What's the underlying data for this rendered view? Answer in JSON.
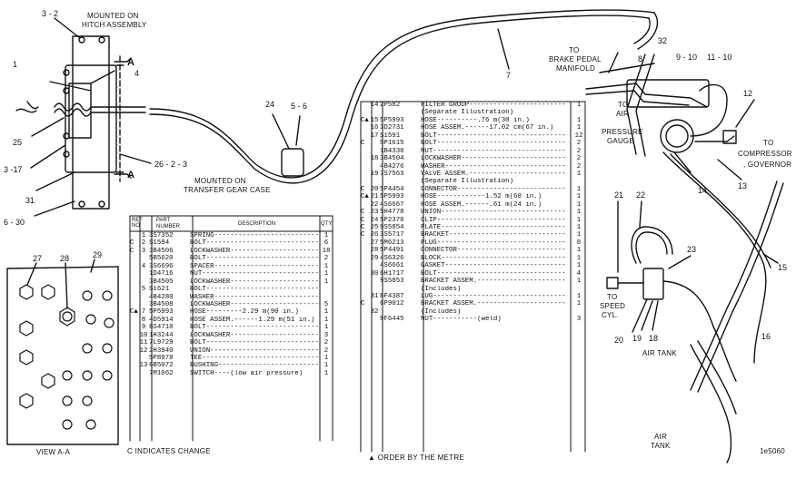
{
  "callouts": {
    "c3_2": "3 - 2",
    "c1": "1",
    "c4": "4",
    "c25": "25",
    "c3_17": "3 -17",
    "c31": "31",
    "c6_30": "6 - 30",
    "c26_2_3": "26 - 2 - 3",
    "c24": "24",
    "c5_6": "5 - 6",
    "c7": "7",
    "c32": "32",
    "c8": "8",
    "c9_10": "9 - 10",
    "c11_10": "11 - 10",
    "c12": "12",
    "c13": "13",
    "c14": "14",
    "c15": "15",
    "c16": "16",
    "c21": "21",
    "c22": "22",
    "c23": "23",
    "c20": "20",
    "c19": "19",
    "c18": "18",
    "c27": "27",
    "c28": "28",
    "c29": "29",
    "sectionA1": "A",
    "sectionA2": "A"
  },
  "captions": {
    "mounted_hitch_1": "MOUNTED ON",
    "mounted_hitch_2": "HITCH ASSEMBLY",
    "mounted_transfer_1": "MOUNTED ON",
    "mounted_transfer_2": "TRANSFER GEAR CASE",
    "brake_1": "TO",
    "brake_2": "BRAKE PEDAL",
    "brake_3": "MANIFOLD",
    "gauge_1": "TO",
    "gauge_2": "AIR",
    "gauge_3": "PRESSURE",
    "gauge_4": "GAUGE",
    "comp_1": "TO",
    "comp_2": "COMPRESSOR",
    "comp_3": ", GOVERNOR",
    "speed_1": "TO",
    "speed_2": "SPEED",
    "speed_3": "CYL.",
    "air_tank": "AIR TANK",
    "air_tank2_1": "AIR",
    "air_tank2_2": "TANK",
    "view_aa": "VIEW A-A",
    "fig_no": "1e5060"
  },
  "table_headers": {
    "ref": "REF NO",
    "part": "PART NUMBER",
    "desc": "DESCRIPTION",
    "qty": "QTY"
  },
  "table_left": [
    {
      "c": "",
      "ref": "1",
      "part": "3S7352",
      "desc": "SPRING---------------------------",
      "qty": "1"
    },
    {
      "c": "C",
      "ref": "2",
      "part": "S1594",
      "desc": "BOLT-----------------------------",
      "qty": "6"
    },
    {
      "c": "C",
      "ref": "3",
      "part": "3B4506",
      "desc": "LOCKWASHER-----------------------",
      "qty": "18"
    },
    {
      "c": "",
      "ref": "",
      "part": "5B5620",
      "desc": "BOLT-----------------------------",
      "qty": "2"
    },
    {
      "c": "",
      "ref": "4",
      "part": "3S6696",
      "desc": "SPACER---------------------------",
      "qty": "1"
    },
    {
      "c": "",
      "ref": "",
      "part": "1D4716",
      "desc": "NUT------------------------------",
      "qty": "1"
    },
    {
      "c": "",
      "ref": "",
      "part": "3B4505",
      "desc": "LOCKWASHER-----------------------",
      "qty": "1"
    },
    {
      "c": "",
      "ref": "5",
      "part": "S1621",
      "desc": "BOLT-----------------------------",
      "qty": ""
    },
    {
      "c": "",
      "ref": "",
      "part": "4B4280",
      "desc": "WASHER---------------------------",
      "qty": ""
    },
    {
      "c": "",
      "ref": "",
      "part": "3B4508",
      "desc": "LOCKWASHER-----------------------",
      "qty": "5"
    },
    {
      "c": "C▲",
      "ref": "7",
      "part": "5P5993",
      "desc": "HOSE---------2.29 m(90 in.)",
      "qty": "1"
    },
    {
      "c": "",
      "ref": "8",
      "part": "4D5914",
      "desc": "HOSE ASSEM.------1.29 m(51 in.)",
      "qty": "1"
    },
    {
      "c": "",
      "ref": "9",
      "part": "8S4710",
      "desc": "BOLT-----------------------------",
      "qty": "1"
    },
    {
      "c": "",
      "ref": "10",
      "part": "1H3244",
      "desc": "LOCKWASHER-----------------------",
      "qty": "3"
    },
    {
      "c": "",
      "ref": "11",
      "part": "7L9729",
      "desc": "BOLT-----------------------------",
      "qty": "2"
    },
    {
      "c": "",
      "ref": "12",
      "part": "2H3940",
      "desc": "UNION----------------------------",
      "qty": "2"
    },
    {
      "c": "",
      "ref": "",
      "part": "5P8978",
      "desc": "TEE------------------------------",
      "qty": "1"
    },
    {
      "c": "",
      "ref": "13",
      "part": "6B5072",
      "desc": "BUSHING--------------------------",
      "qty": "1"
    },
    {
      "c": "",
      "ref": "",
      "part": "7M1062",
      "desc": "SWITCH----(low air pressure)",
      "qty": "1"
    }
  ],
  "table_right": [
    {
      "c": "",
      "ref": "14",
      "part": "2P582",
      "desc": "FILTER GROUP------------------------",
      "qty": "1"
    },
    {
      "c": "",
      "ref": "",
      "part": "",
      "desc": "(Separate Illustration)",
      "qty": ""
    },
    {
      "c": "C▲",
      "ref": "15",
      "part": "5P5993",
      "desc": "HOSE----------.76 m(30 in.)",
      "qty": "1"
    },
    {
      "c": "",
      "ref": "16",
      "part": "3D2731",
      "desc": "HOSE ASSEM.------17.02 cm(67 in.)",
      "qty": "1"
    },
    {
      "c": "",
      "ref": "17",
      "part": "S1591",
      "desc": "BOLT--------------------------------",
      "qty": "12"
    },
    {
      "c": "C",
      "ref": "",
      "part": "5P1615",
      "desc": "BOLT--------------------------------",
      "qty": "2"
    },
    {
      "c": "",
      "ref": "",
      "part": "1B4330",
      "desc": "NUT---------------------------------",
      "qty": "2"
    },
    {
      "c": "",
      "ref": "18",
      "part": "3B4504",
      "desc": "LOCKWASHER--------------------------",
      "qty": "2"
    },
    {
      "c": "",
      "ref": "",
      "part": "4B4276",
      "desc": "WASHER------------------------------",
      "qty": "2"
    },
    {
      "c": "",
      "ref": "19",
      "part": "7S7563",
      "desc": "VALVE ASSEM.------------------------",
      "qty": "1"
    },
    {
      "c": "",
      "ref": "",
      "part": "",
      "desc": "(Separate Illustration)",
      "qty": ""
    },
    {
      "c": "C",
      "ref": "20",
      "part": "5P4454",
      "desc": "CONNECTOR---------------------------",
      "qty": "1"
    },
    {
      "c": "C▲",
      "ref": "21",
      "part": "5P5993",
      "desc": "HOSE------------1.52 m(60 in.)",
      "qty": "1"
    },
    {
      "c": "",
      "ref": "22",
      "part": "4S6667",
      "desc": "HOSE ASSEM.------.61 m(24 in.)",
      "qty": "1"
    },
    {
      "c": "C",
      "ref": "23",
      "part": "5H4778",
      "desc": "UNION-------------------------------",
      "qty": "1"
    },
    {
      "c": "C",
      "ref": "24",
      "part": "5P2370",
      "desc": "CLIP--------------------------------",
      "qty": "1"
    },
    {
      "c": "C",
      "ref": "25",
      "part": "9S5854",
      "desc": "PLATE-------------------------------",
      "qty": "1"
    },
    {
      "c": "C",
      "ref": "26",
      "part": "3S5717",
      "desc": "BRACKET-----------------------------",
      "qty": "1"
    },
    {
      "c": "",
      "ref": "27",
      "part": "5M6213",
      "desc": "PLUG--------------------------------",
      "qty": "8"
    },
    {
      "c": "",
      "ref": "28",
      "part": "5P4491",
      "desc": "CONNECTOR---------------------------",
      "qty": "1"
    },
    {
      "c": "",
      "ref": "29",
      "part": "4S6326",
      "desc": "BLOCK-------------------------------",
      "qty": "1"
    },
    {
      "c": "",
      "ref": "",
      "part": "4S6661",
      "desc": "GASKET------------------------------",
      "qty": "1"
    },
    {
      "c": "",
      "ref": "30",
      "part": "6H1717",
      "desc": "BOLT--------------------------------",
      "qty": "4"
    },
    {
      "c": "",
      "ref": "",
      "part": "9S5853",
      "desc": "BRACKET ASSEM.----------------------",
      "qty": "1"
    },
    {
      "c": "",
      "ref": "",
      "part": "",
      "desc": "(Includes)",
      "qty": ""
    },
    {
      "c": "",
      "ref": "31",
      "part": "8F4387",
      "desc": "LUG---------------------------------",
      "qty": "1"
    },
    {
      "c": "C",
      "ref": "",
      "part": "6P9012",
      "desc": "BRACKET ASSEM.----------------------",
      "qty": "1"
    },
    {
      "c": "",
      "ref": "32",
      "part": "",
      "desc": "(Includes)",
      "qty": ""
    },
    {
      "c": "",
      "ref": "",
      "part": "9F6445",
      "desc": "NUT-----------(weld)",
      "qty": "3"
    }
  ],
  "footnotes": {
    "change": "C INDICATES CHANGE",
    "metre": "▲ ORDER BY THE METRE"
  }
}
